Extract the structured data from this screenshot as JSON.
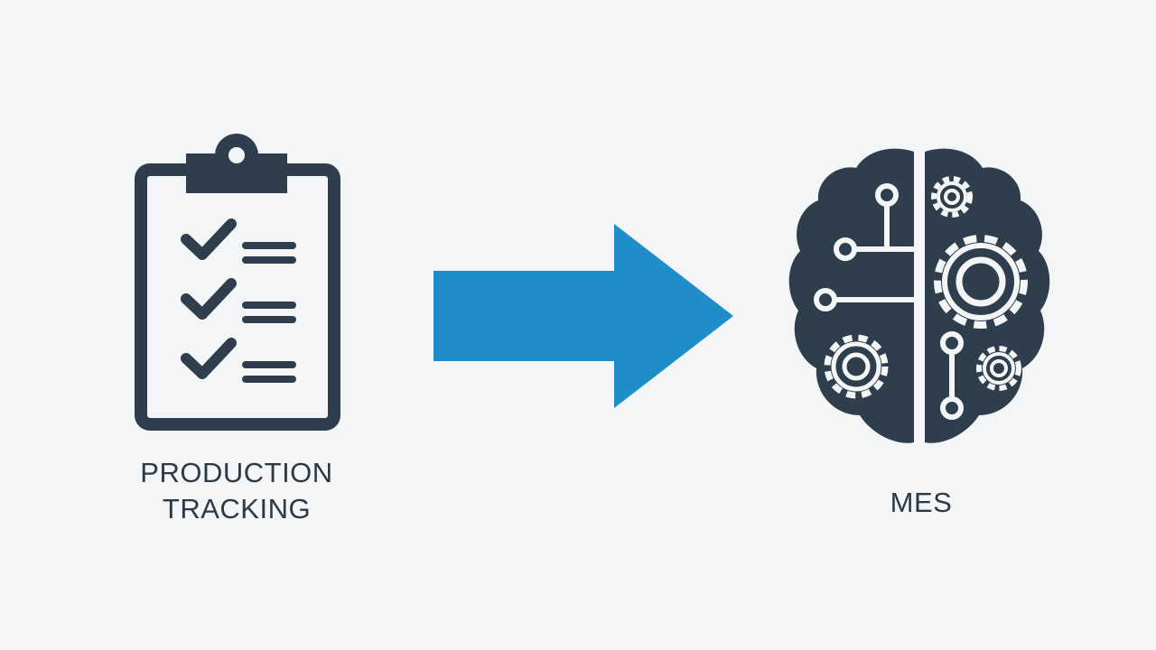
{
  "colors": {
    "background": "#f4f5f6",
    "icon_dark": "#2f3e4c",
    "arrow_blue": "#1f8ec8",
    "label_text": "#2c3a47"
  },
  "left": {
    "icon": "clipboard-checklist-icon",
    "label_line1": "PRODUCTION",
    "label_line2": "TRACKING"
  },
  "connector": {
    "icon": "right-arrow-icon"
  },
  "right": {
    "icon": "brain-gears-circuit-icon",
    "label": "MES"
  }
}
